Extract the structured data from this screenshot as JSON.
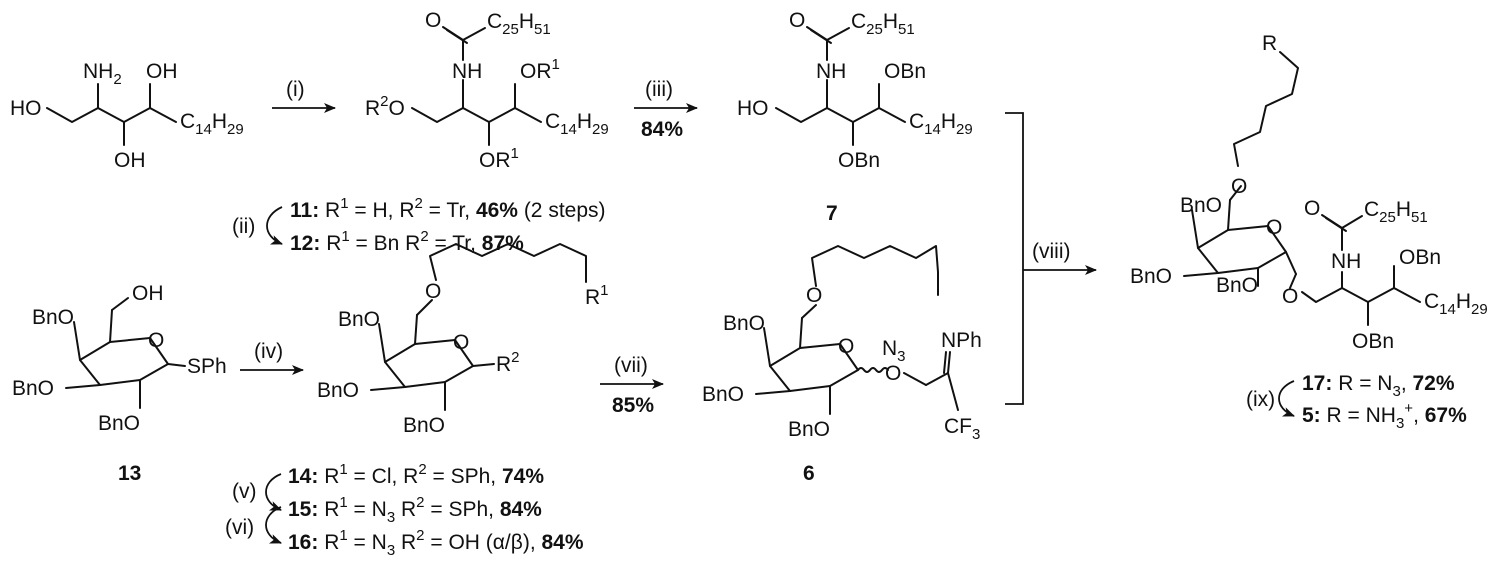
{
  "compounds": {
    "sm": {
      "NH2": "NH",
      "NH2_sub": "2",
      "OH": "OH",
      "HO": "HO",
      "C14": "C",
      "C14_sub": "14",
      "C14_H": "H",
      "C14_H_sub": "29"
    },
    "c1112": {
      "acyl_C": "C",
      "acyl_sub1": "25",
      "acyl_H": "H",
      "acyl_sub2": "51",
      "O": "O",
      "NH": "NH",
      "OR1": "OR",
      "R2O": "R",
      "R2O_sup": "2",
      "R2O_O": "O"
    },
    "c7": {
      "number": "7",
      "OBn": "OBn",
      "HO": "HO",
      "NH": "NH"
    },
    "c13": {
      "number": "13",
      "BnO": "BnO",
      "OH": "OH",
      "SPh": "SPh"
    },
    "c6": {
      "number": "6",
      "N3": "N",
      "N3_sub": "3",
      "NPh": "NPh",
      "CF3": "CF",
      "CF3_sub": "3",
      "O": "O"
    },
    "c17": {
      "R": "R",
      "OBn": "OBn",
      "BnO": "BnO"
    }
  },
  "arrows": {
    "i": "(i)",
    "ii": "(ii)",
    "iii": "(iii)",
    "iii_yield": "84%",
    "iv": "(iv)",
    "v": "(v)",
    "vi": "(vi)",
    "vii": "(vii)",
    "vii_yield": "85%",
    "viii": "(viii)",
    "ix": "(ix)"
  },
  "labels": {
    "l11": {
      "num": "11:",
      "text": "R",
      "sup1": "1",
      "t2": " = H, R",
      "sup2": "2",
      "t3": " = Tr, ",
      "yield": "46%",
      "t4": " (2 steps)"
    },
    "l12": {
      "num": "12:",
      "text": "R",
      "sup1": "1",
      "t2": " = Bn R",
      "sup2": "2",
      "t3": " = Tr, ",
      "yield": "87%"
    },
    "l14": {
      "num": "14:",
      "text": "R",
      "sup1": "1",
      "t2": " = Cl, R",
      "sup2": "2",
      "t3": " = SPh, ",
      "yield": "74%"
    },
    "l15": {
      "num": "15:",
      "text": "R",
      "sup1": "1",
      "t2": " = N",
      "sub": "3",
      "t3": " R",
      "sup2": "2",
      "t4": " = SPh, ",
      "yield": "84%"
    },
    "l16": {
      "num": "16:",
      "text": "R",
      "sup1": "1",
      "t2": " = N",
      "sub": "3",
      "t3": " R",
      "sup2": "2",
      "t4": " = OH (α/β), ",
      "yield": "84%"
    },
    "l17": {
      "num": "17:",
      "t1": " R = N",
      "sub": "3",
      "t2": ", ",
      "yield": "72%"
    },
    "l5": {
      "num": "5:",
      "t1": " R = NH",
      "sub": "3",
      "sup": "+",
      "t2": ", ",
      "yield": "67%"
    }
  }
}
